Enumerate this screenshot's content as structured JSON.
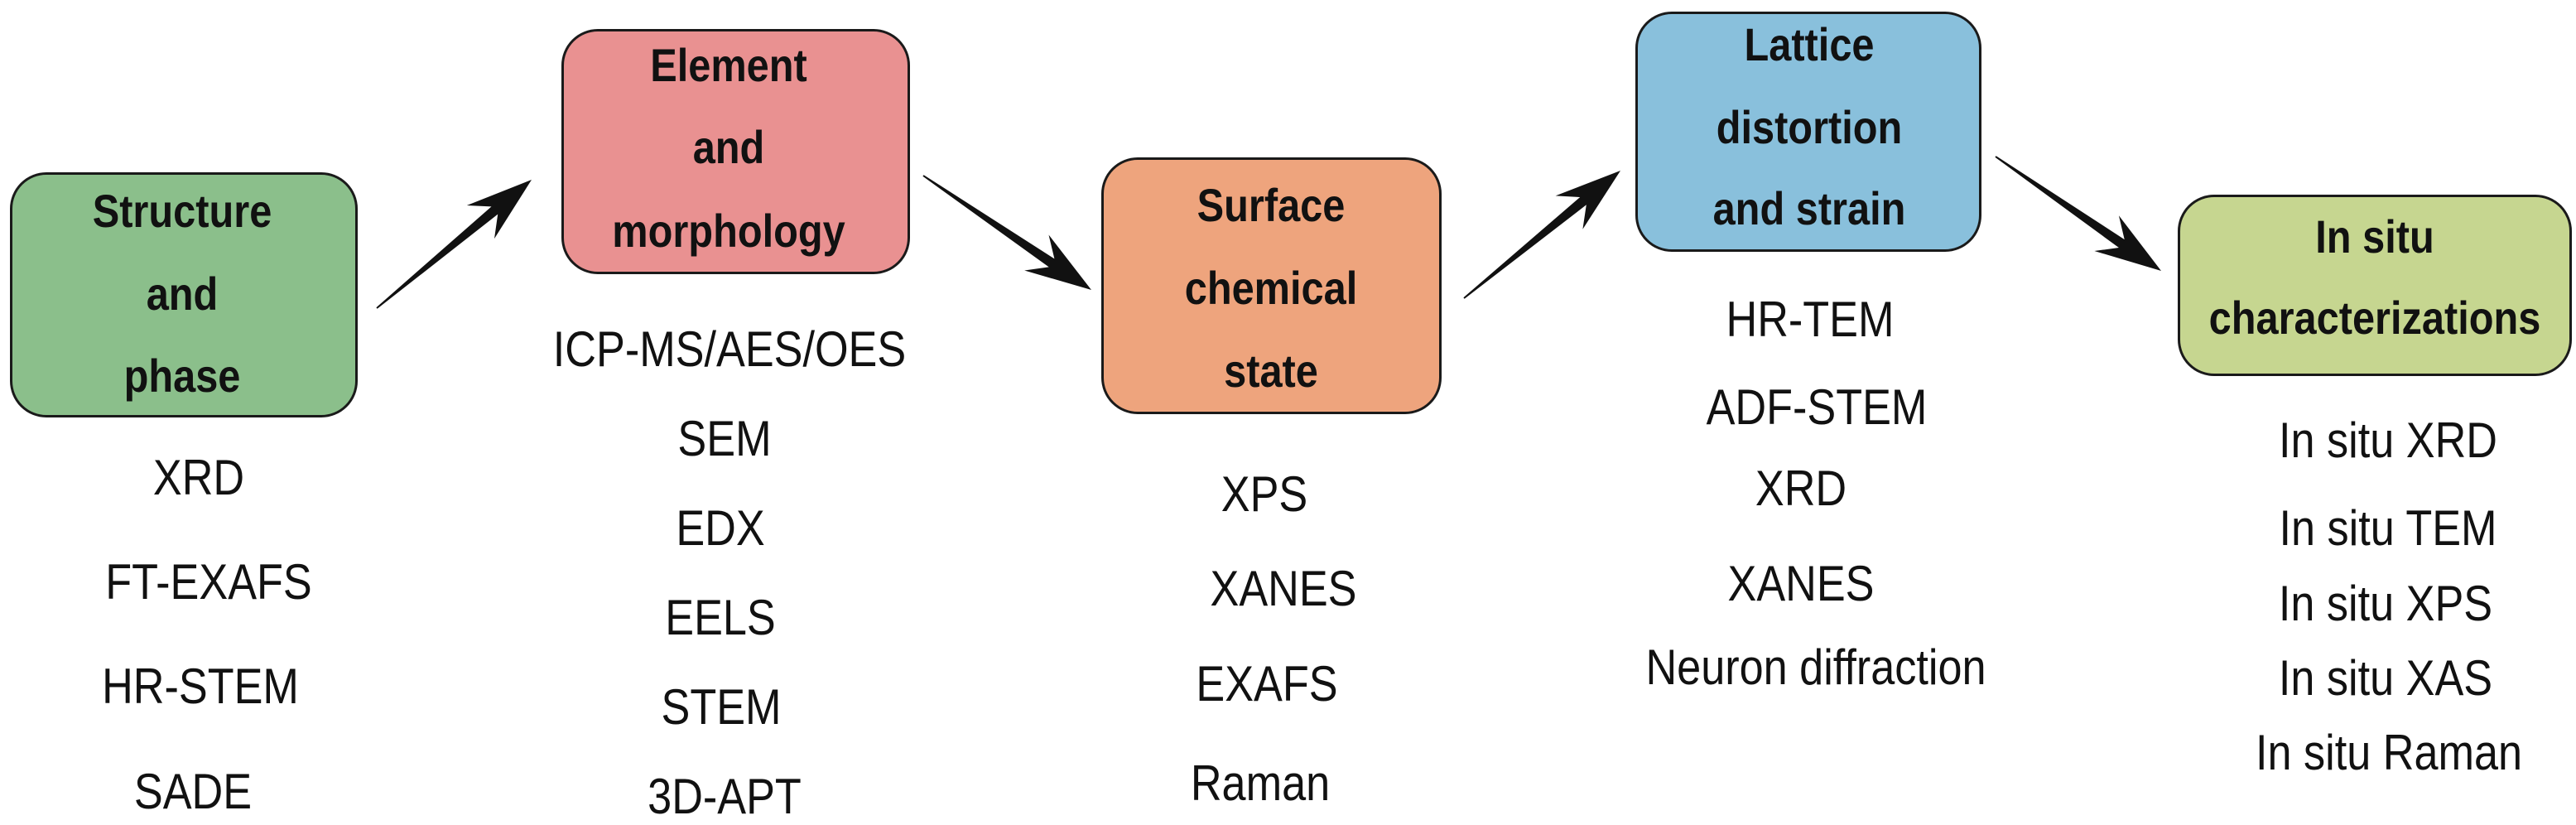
{
  "stages": [
    {
      "title_lines": [
        "Structure",
        "and",
        "phase"
      ],
      "color": "#8bbf8b",
      "techniques": [
        "XRD",
        "FT-EXAFS",
        "HR-STEM",
        "SADE"
      ]
    },
    {
      "title_lines": [
        "Element",
        "and",
        "morphology"
      ],
      "color": "#e99191",
      "techniques": [
        "ICP-MS/AES/OES",
        "SEM",
        "EDX",
        "EELS",
        "STEM",
        "3D-APT"
      ]
    },
    {
      "title_lines": [
        "Surface",
        "chemical",
        "state"
      ],
      "color": "#eea47d",
      "techniques": [
        "XPS",
        "XANES",
        "EXAFS",
        "Raman"
      ]
    },
    {
      "title_lines": [
        "Lattice",
        "distortion",
        "and strain"
      ],
      "color": "#89c0dc",
      "techniques": [
        "HR-TEM",
        "ADF-STEM",
        "XRD",
        "XANES",
        "Neuron diffraction"
      ]
    },
    {
      "title_lines": [
        "In situ",
        "characterizations"
      ],
      "color": "#c6d690",
      "techniques": [
        "In situ XRD",
        "In situ TEM",
        "In situ XPS",
        "In situ XAS",
        "In situ Raman"
      ]
    }
  ],
  "arrow_color": "#111111"
}
